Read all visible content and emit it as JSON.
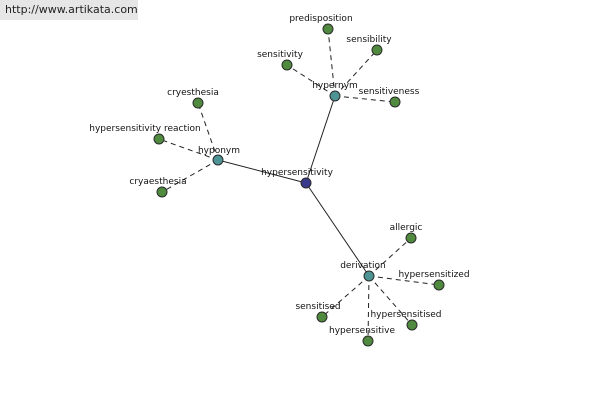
{
  "watermark": "http://www.artikata.com",
  "colors": {
    "root": "#3a3a8c",
    "relation": "#4e9494",
    "term": "#4f8a3f"
  },
  "root": {
    "id": "hypersensitivity",
    "label": "hypersensitivity"
  },
  "relations": [
    {
      "id": "hypernym",
      "label": "hypernym",
      "terms": [
        "predisposition",
        "sensibility",
        "sensitivity",
        "sensitiveness"
      ]
    },
    {
      "id": "hyponym",
      "label": "hyponym",
      "terms": [
        "cryesthesia",
        "hypersensitivity reaction",
        "cryaesthesia"
      ]
    },
    {
      "id": "derivation",
      "label": "derivation",
      "terms": [
        "allergic",
        "hypersensitized",
        "hypersensitised",
        "hypersensitive",
        "sensitised"
      ]
    }
  ]
}
